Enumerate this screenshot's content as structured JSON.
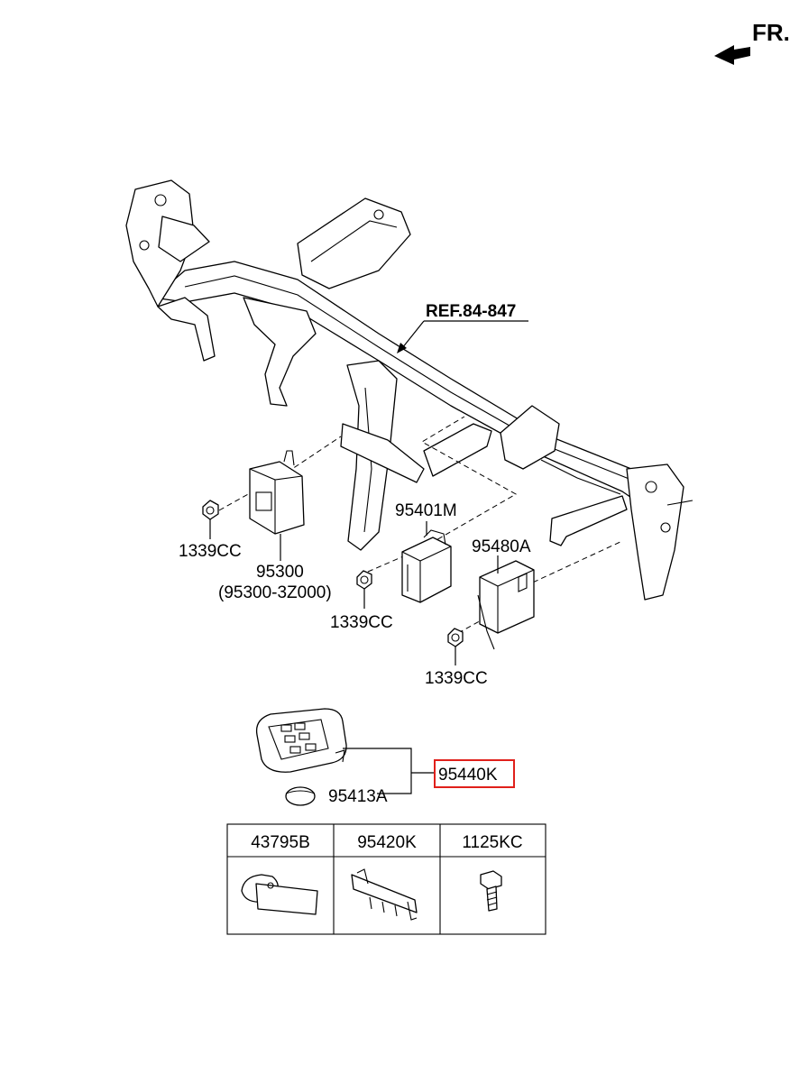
{
  "direction": {
    "label": "FR."
  },
  "reference": {
    "label": "REF.84-847"
  },
  "callouts": [
    {
      "id": "nut-left",
      "label": "1339CC"
    },
    {
      "id": "module-main",
      "label": "95300"
    },
    {
      "id": "module-main-sub",
      "label": "(95300-3Z000)"
    },
    {
      "id": "module-center",
      "label": "95401M"
    },
    {
      "id": "nut-center",
      "label": "1339CC"
    },
    {
      "id": "module-right",
      "label": "95480A"
    },
    {
      "id": "nut-right",
      "label": "1339CC"
    },
    {
      "id": "smart-key",
      "label": "95440K"
    },
    {
      "id": "battery",
      "label": "95413A"
    }
  ],
  "highlight_color": "#e0201b",
  "parts_table": {
    "headers": [
      "43795B",
      "95420K",
      "1125KC"
    ]
  }
}
